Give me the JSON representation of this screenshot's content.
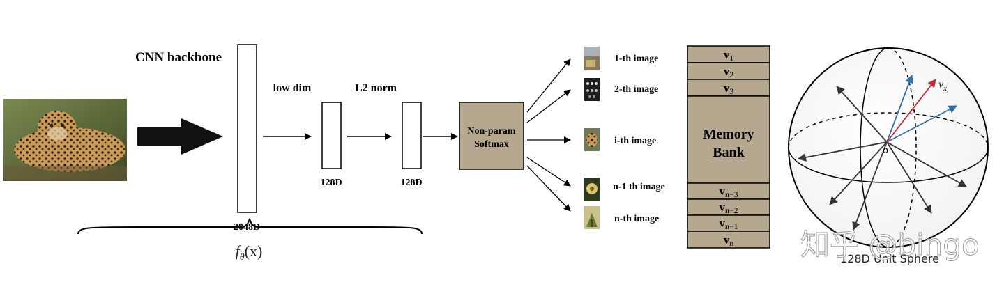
{
  "backbone": {
    "title": "CNN backbone",
    "dim_2048": "2048D",
    "func_f": "f",
    "func_theta": "θ",
    "func_x": "(x)"
  },
  "low_dim": {
    "label": "low dim",
    "dim": "128D"
  },
  "l2_norm": {
    "label": "L2 norm",
    "dim": "128D"
  },
  "softmax": {
    "line1": "Non-param",
    "line2": "Softmax"
  },
  "images": [
    {
      "label": "1-th image"
    },
    {
      "label": "2-th image"
    },
    {
      "label": "i-th image"
    },
    {
      "label": "n-1 th image"
    },
    {
      "label": "n-th image"
    }
  ],
  "memory_bank": {
    "title_line1": "Memory",
    "title_line2": "Bank",
    "slots_top": [
      {
        "v": "v",
        "sub": "1"
      },
      {
        "v": "v",
        "sub": "2"
      },
      {
        "v": "v",
        "sub": "3"
      }
    ],
    "slots_bottom": [
      {
        "v": "v",
        "sub": "n−3"
      },
      {
        "v": "v",
        "sub": "n−2"
      },
      {
        "v": "v",
        "sub": "n−1"
      },
      {
        "v": "v",
        "sub": "n"
      }
    ]
  },
  "sphere": {
    "origin": "o",
    "vector_v": "v",
    "vector_sub": "x",
    "vector_subsub": "i",
    "caption": "128D Unit Sphere"
  },
  "watermark": "知乎 @bingo",
  "colors": {
    "box_fill": "#b5a88e",
    "red_vector": "#c62a34",
    "blue_vector": "#2f6fb0",
    "arrow": "#333333"
  }
}
